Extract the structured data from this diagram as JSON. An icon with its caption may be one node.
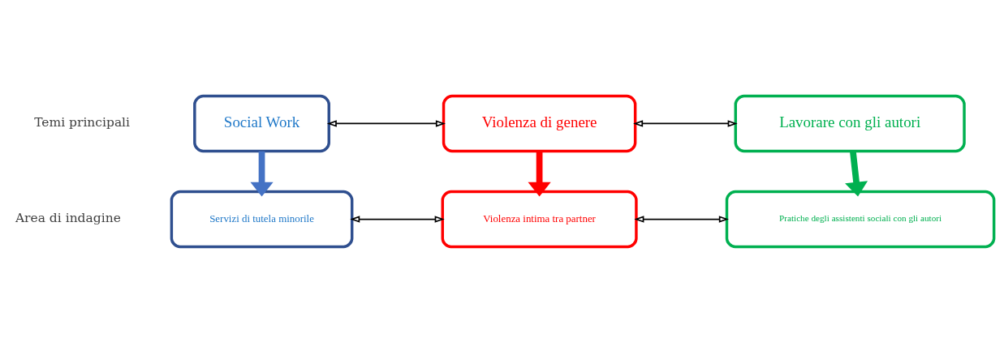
{
  "diagram": {
    "nodes": [
      {
        "text": [
          "Social Work"
        ]
      },
      {
        "text": [
          "Violenza di genere"
        ]
      },
      {
        "text": [
          "Lavorare con gli autori"
        ]
      },
      {
        "text": [
          "Servizi di tutela minorile"
        ]
      },
      {
        "text": [
          "Violenza intima tra partner"
        ]
      },
      {
        "text": [
          "Pratiche degli assistenti sociali con gli autori"
        ]
      }
    ],
    "edges": [
      {
        "from": 0,
        "to": 1,
        "arrow": "both"
      },
      {
        "from": 1,
        "to": 2,
        "arrow": "both"
      },
      {
        "from": 0,
        "to": 3,
        "arrow": "to",
        "style": "thick",
        "color": "#4472c4"
      },
      {
        "from": 1,
        "to": 4,
        "arrow": "to",
        "style": "thick",
        "color": "#ff0000"
      },
      {
        "from": 2,
        "to": 5,
        "arrow": "to",
        "style": "thick",
        "color": "#00b050"
      },
      {
        "from": 3,
        "to": 4,
        "arrow": "both"
      },
      {
        "from": 4,
        "to": 5,
        "arrow": "both"
      }
    ],
    "labels": [
      "Temi principali",
      "Area di indagine"
    ]
  }
}
